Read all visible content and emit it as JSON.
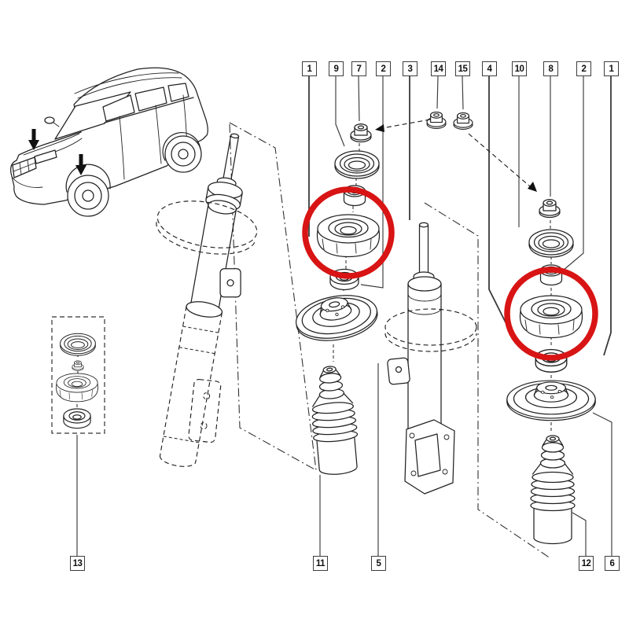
{
  "diagram": {
    "type": "exploded-parts-diagram",
    "subject": "front suspension strut top mount",
    "colors": {
      "highlight_red": "#d81414",
      "art_line": "#222222",
      "leader_line": "#3a3a3a",
      "background": "#ffffff"
    },
    "callouts_top": [
      "1",
      "9",
      "7",
      "2",
      "3",
      "14",
      "15",
      "4",
      "10",
      "8",
      "2",
      "1"
    ],
    "callouts_bottom": [
      "13",
      "11",
      "5",
      "12",
      "6"
    ]
  }
}
